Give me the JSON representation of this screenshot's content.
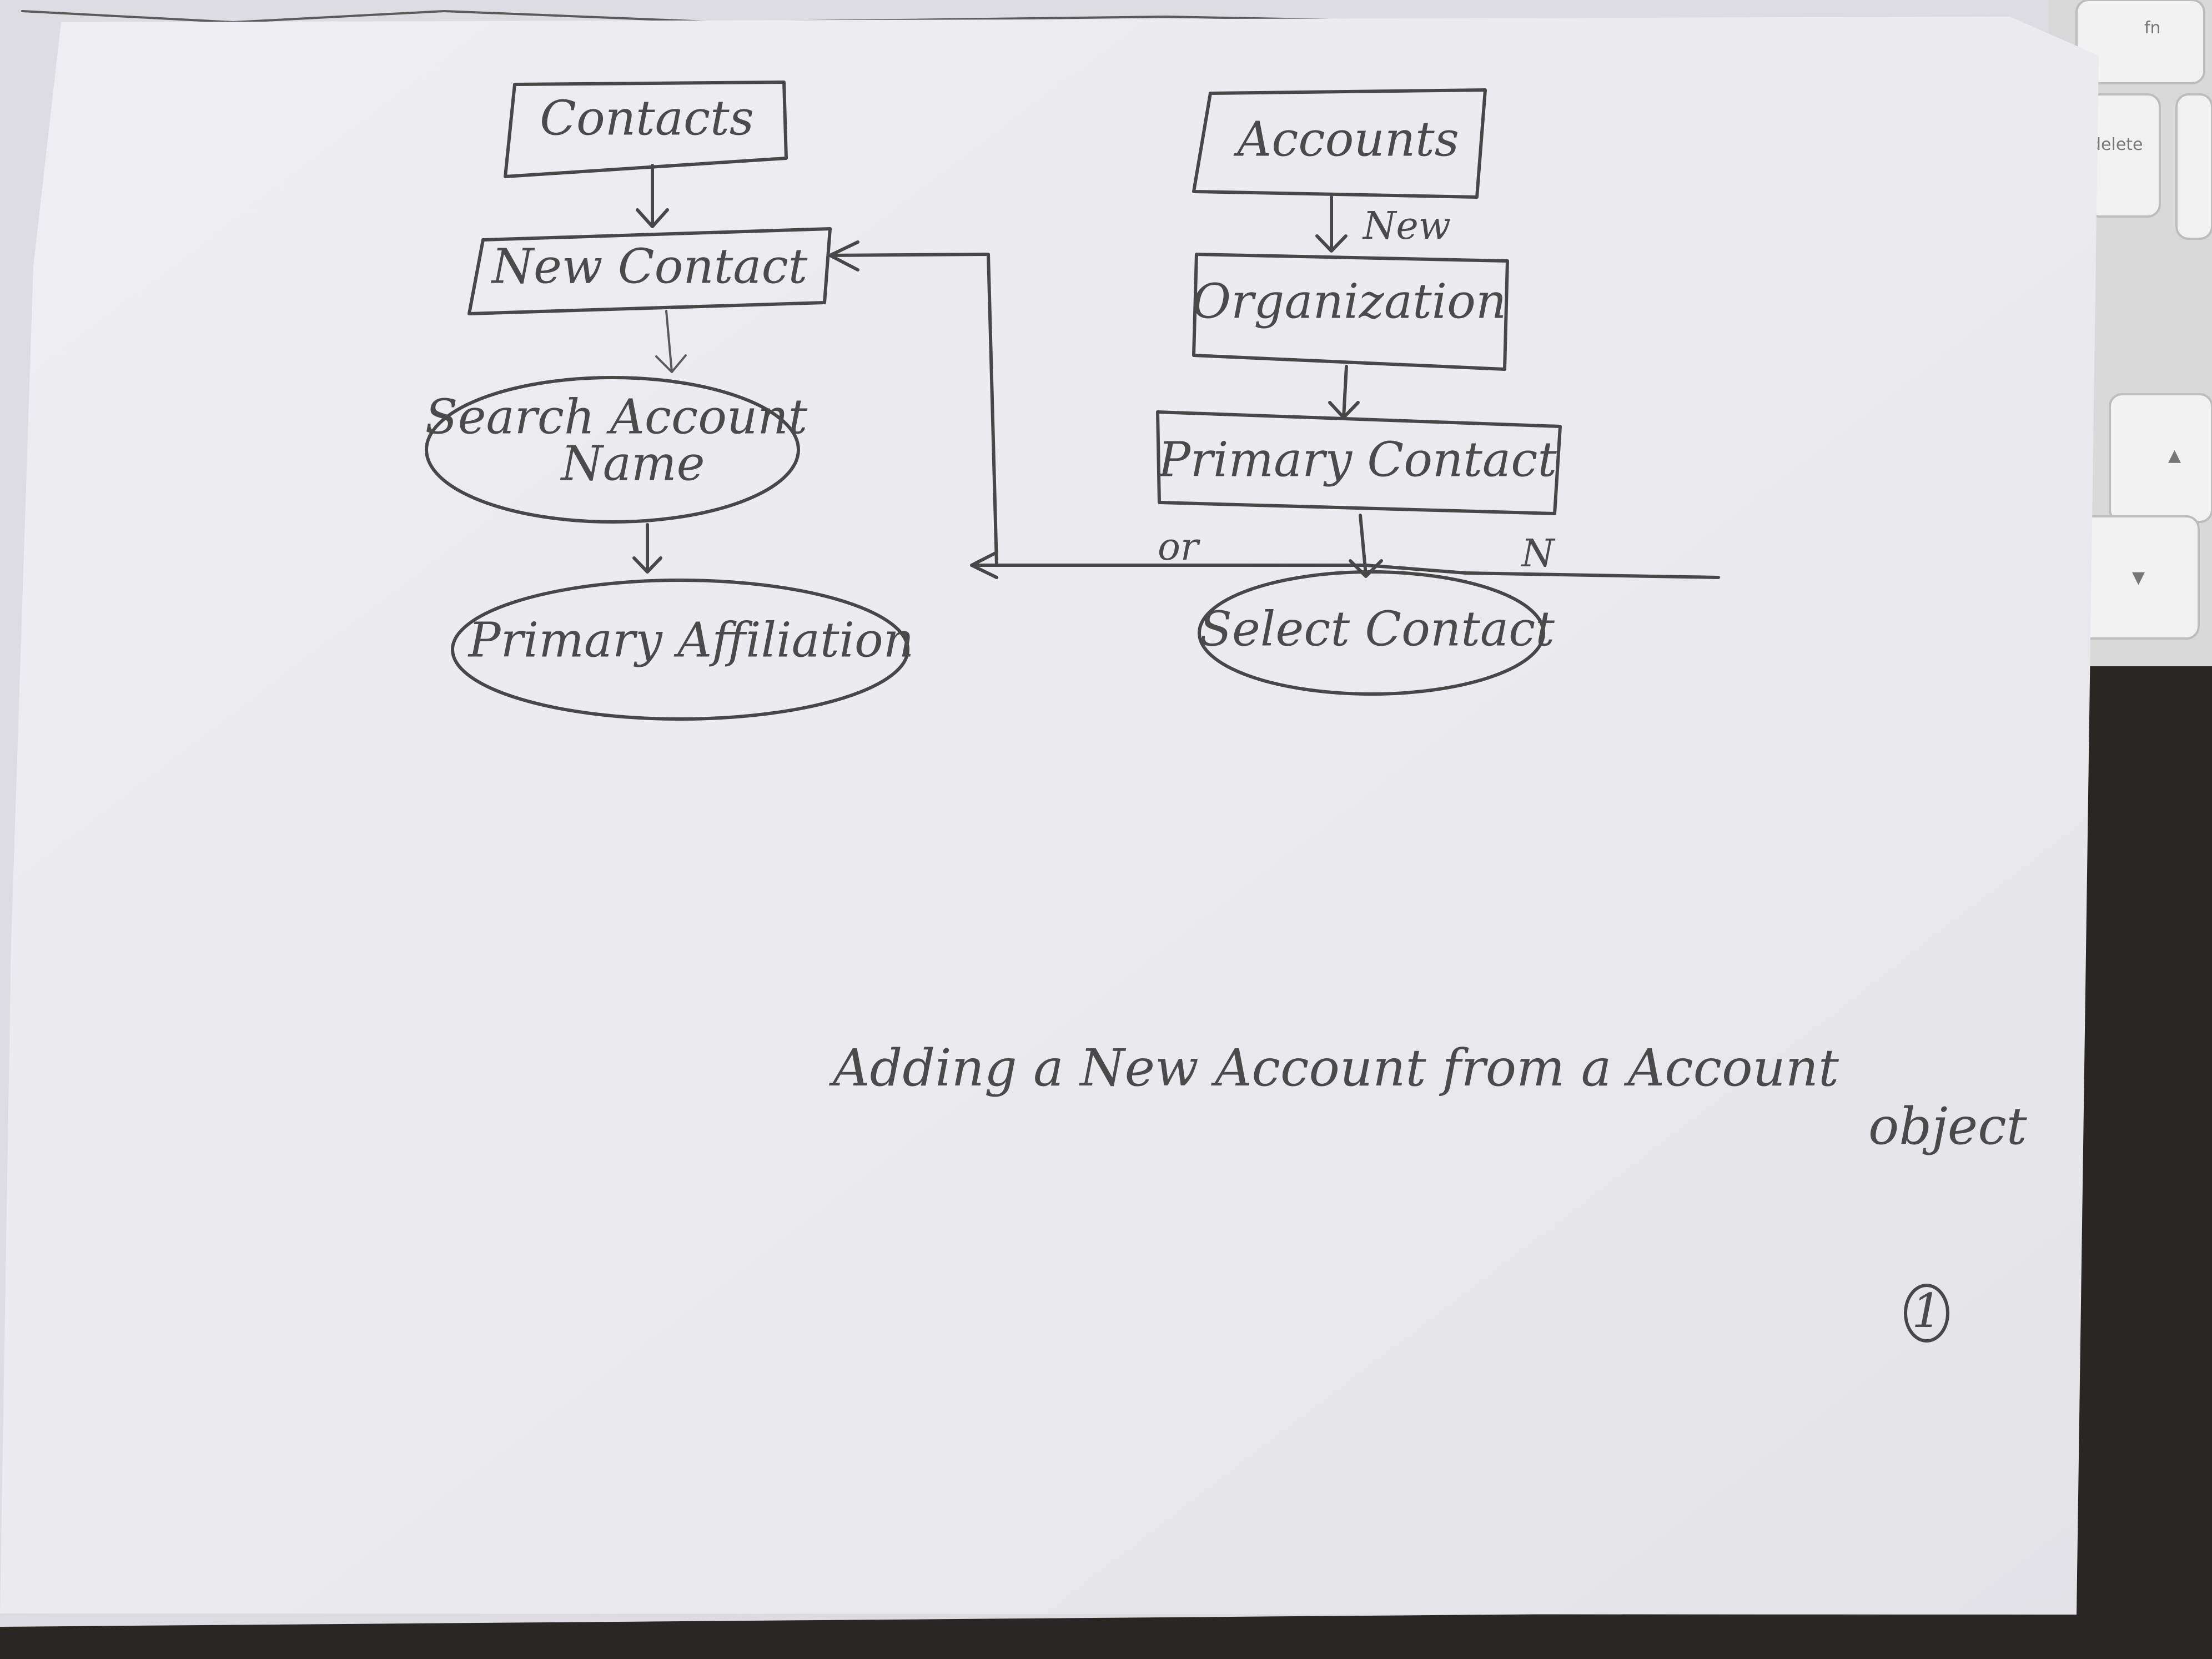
{
  "diagram": {
    "nodes": {
      "contacts": "Contacts",
      "new_contact": "New Contact",
      "search_account_name_line1": "Search Account",
      "search_account_name_line2": "Name",
      "primary_affiliation": "Primary Affiliation",
      "accounts": "Accounts",
      "organization": "Organization",
      "primary_contact": "Primary Contact",
      "select_contact": "Select Contact"
    },
    "edge_labels": {
      "new": "New",
      "or": "or",
      "n": "N"
    }
  },
  "caption": {
    "line1": "Adding a New Account from a Account",
    "line2": "object"
  },
  "page_number": "1",
  "keyboard": {
    "fn_key": "fn",
    "delete_key": "delete"
  },
  "colors": {
    "paper": "#ecebef",
    "ink": "#474747",
    "desk": "#2a2623",
    "keyboard": "#dedede"
  }
}
